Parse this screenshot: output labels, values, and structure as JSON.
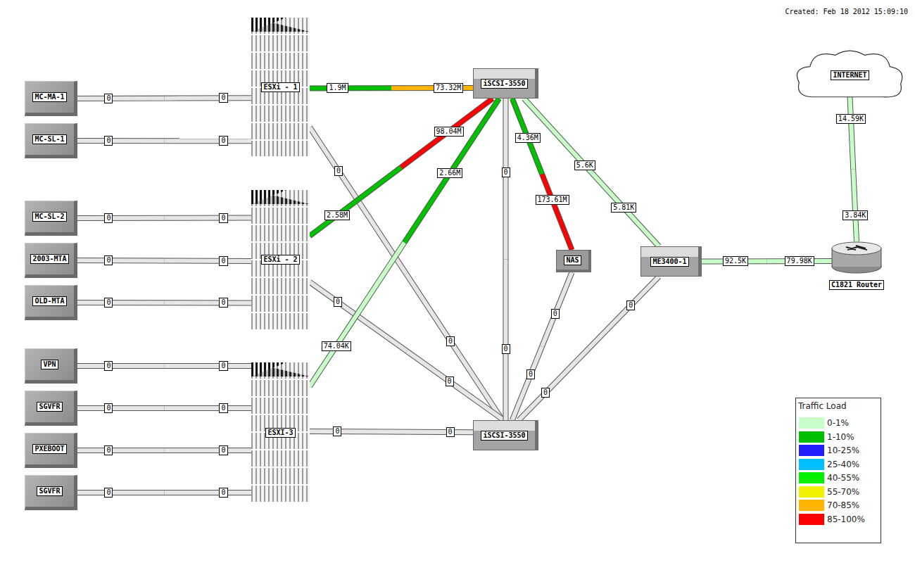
{
  "diagram": {
    "nodes": [
      {
        "text": [
          "MC-MA-1"
        ]
      },
      {
        "text": [
          "MC-SL-1"
        ]
      },
      {
        "text": [
          "MC-SL-2"
        ]
      },
      {
        "text": [
          "2003-MTA"
        ]
      },
      {
        "text": [
          "OLD-MTA"
        ]
      },
      {
        "text": [
          "VPN"
        ]
      },
      {
        "text": [
          "SGVFR"
        ]
      },
      {
        "text": [
          "PXEBOOT"
        ]
      },
      {
        "text": [
          "SGVFR"
        ]
      },
      {
        "text": [
          "ESXi - 1"
        ]
      },
      {
        "text": [
          "ESXi - 2"
        ]
      },
      {
        "text": [
          "ESXI-3"
        ]
      },
      {
        "text": [
          "iSCSI-3550"
        ]
      },
      {
        "text": [
          "iSCSI-3550"
        ]
      },
      {
        "text": [
          "NAS"
        ]
      },
      {
        "text": [
          "ME3400-1"
        ]
      },
      {
        "text": [
          "C1821 Router"
        ]
      },
      {
        "text": [
          "INTERNET"
        ]
      }
    ],
    "edges": [
      {
        "from": 0,
        "to": 9,
        "label": "0",
        "arrow": "none"
      },
      {
        "from": 1,
        "to": 9,
        "label": "0",
        "arrow": "none"
      },
      {
        "from": 2,
        "to": 10,
        "label": "0",
        "arrow": "none"
      },
      {
        "from": 3,
        "to": 10,
        "label": "0",
        "arrow": "none"
      },
      {
        "from": 4,
        "to": 10,
        "label": "0",
        "arrow": "none"
      },
      {
        "from": 5,
        "to": 11,
        "label": "0",
        "arrow": "none"
      },
      {
        "from": 6,
        "to": 11,
        "label": "0",
        "arrow": "none"
      },
      {
        "from": 7,
        "to": 11,
        "label": "0",
        "arrow": "none"
      },
      {
        "from": 8,
        "to": 11,
        "label": "0",
        "arrow": "none"
      },
      {
        "from": 9,
        "to": 12,
        "label": "1.9M",
        "arrow": "none"
      },
      {
        "from": 9,
        "to": 13,
        "label": "0",
        "arrow": "none"
      },
      {
        "from": 10,
        "to": 12,
        "label": "2.58M",
        "arrow": "none"
      },
      {
        "from": 10,
        "to": 13,
        "label": "0",
        "arrow": "none"
      },
      {
        "from": 11,
        "to": 12,
        "label": "74.04K",
        "arrow": "none"
      },
      {
        "from": 11,
        "to": 13,
        "label": "0",
        "arrow": "none"
      },
      {
        "from": 12,
        "to": 13,
        "label": "0",
        "arrow": "none"
      },
      {
        "from": 12,
        "to": 14,
        "label": "4.36M",
        "arrow": "none"
      },
      {
        "from": 14,
        "to": 13,
        "label": "0",
        "arrow": "none"
      },
      {
        "from": 12,
        "to": 15,
        "label": "5.6K",
        "arrow": "none"
      },
      {
        "from": 15,
        "to": 13,
        "label": "0",
        "arrow": "none"
      },
      {
        "from": 15,
        "to": 16,
        "label": "92.5K",
        "arrow": "none"
      },
      {
        "from": 16,
        "to": 17,
        "label": "3.84K",
        "arrow": "none"
      }
    ],
    "labels": [
      "Created: Feb 18 2012 15:09:10",
      "Traffic Load",
      "0",
      "0",
      "0",
      "0",
      "0",
      "0",
      "0",
      "0",
      "0",
      "73.32M",
      "0",
      "98.04M",
      "0",
      "2.66M",
      "0",
      "0",
      "173.61M",
      "0",
      "5.81K",
      "0",
      "79.98K",
      "14.59K"
    ],
    "legend": [
      {
        "text": "0-1%",
        "color": "#c8ffc8"
      },
      {
        "text": "1-10%",
        "color": "#00c000"
      },
      {
        "text": "10-25%",
        "color": "#2020ff"
      },
      {
        "text": "25-40%",
        "color": "#00c0ff"
      },
      {
        "text": "40-55%",
        "color": "#00f000"
      },
      {
        "text": "55-70%",
        "color": "#f0f000"
      },
      {
        "text": "70-85%",
        "color": "#ffb400"
      },
      {
        "text": "85-100%",
        "color": "#ff0000"
      }
    ]
  }
}
